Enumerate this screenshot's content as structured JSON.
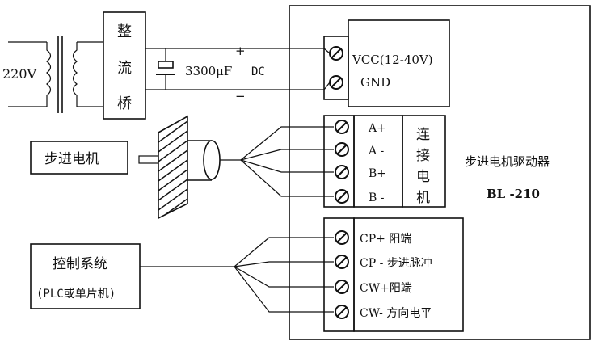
{
  "power": {
    "ac_label": "220V",
    "rectifier_chars": [
      "整",
      "流",
      "桥"
    ],
    "capacitor_label": "3300μF",
    "plus": "+",
    "minus": "−",
    "dc_label": "DC"
  },
  "driver": {
    "title": "步进电机驱动器",
    "model": "BL -210",
    "power_terminals": [
      "VCC(12-40V)",
      "GND"
    ],
    "motor_terminals": [
      "A+",
      "A -",
      "B+",
      "B -"
    ],
    "motor_group_chars": [
      "连",
      "接",
      "电",
      "机"
    ],
    "control_terminals": [
      "CP+ 阳端",
      "CP - 步进脉冲",
      "CW+阳端",
      "CW- 方向电平"
    ]
  },
  "motor": {
    "label": "步进电机"
  },
  "controller": {
    "label": "控制系统",
    "sublabel": "(PLC或单片机)"
  }
}
